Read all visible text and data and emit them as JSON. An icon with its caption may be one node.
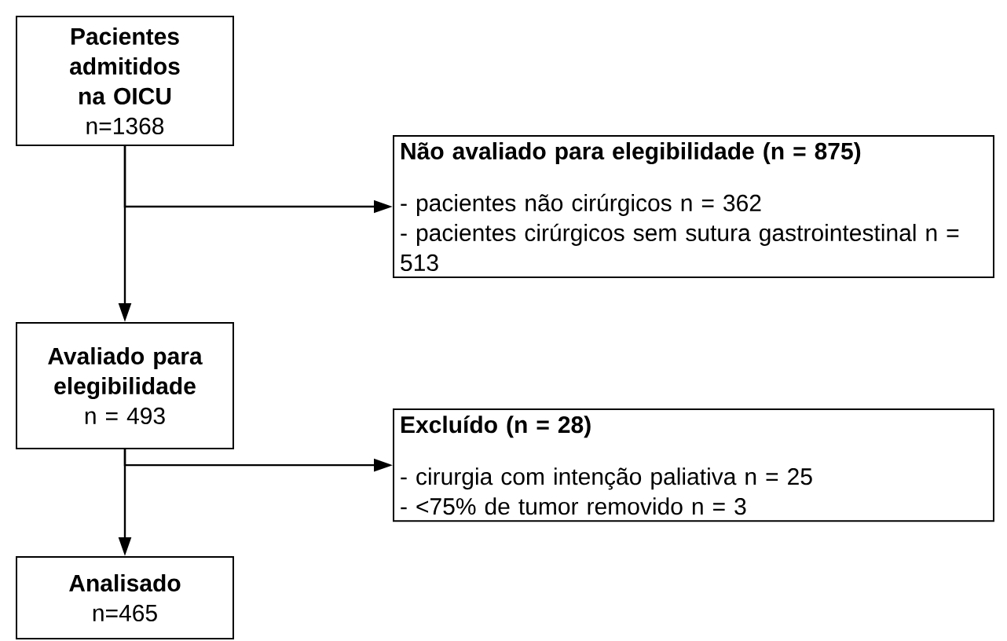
{
  "diagram": {
    "nodes": [
      {
        "text": [
          "Pacientes admitidos na OICU",
          "n=1368"
        ]
      },
      {
        "text": [
          "Não avaliado para elegibilidade (n = 875)",
          "- pacientes não cirúrgicos n = 362",
          "- pacientes cirúrgicos sem sutura gastrointestinal n = 513"
        ]
      },
      {
        "text": [
          "Avaliado para elegibilidade",
          "n = 493"
        ]
      },
      {
        "text": [
          "Excluído (n = 28)",
          "- cirurgia com intenção paliativa n = 25",
          "- <75% de tumor removido n = 3"
        ]
      },
      {
        "text": [
          "Analisado",
          "n=465"
        ]
      }
    ],
    "edges": [
      {
        "from": 0,
        "to": 2,
        "arrow": "to"
      },
      {
        "from": 0,
        "to": 1,
        "arrow": "to"
      },
      {
        "from": 2,
        "to": 4,
        "arrow": "to"
      },
      {
        "from": 2,
        "to": 3,
        "arrow": "to"
      }
    ]
  }
}
